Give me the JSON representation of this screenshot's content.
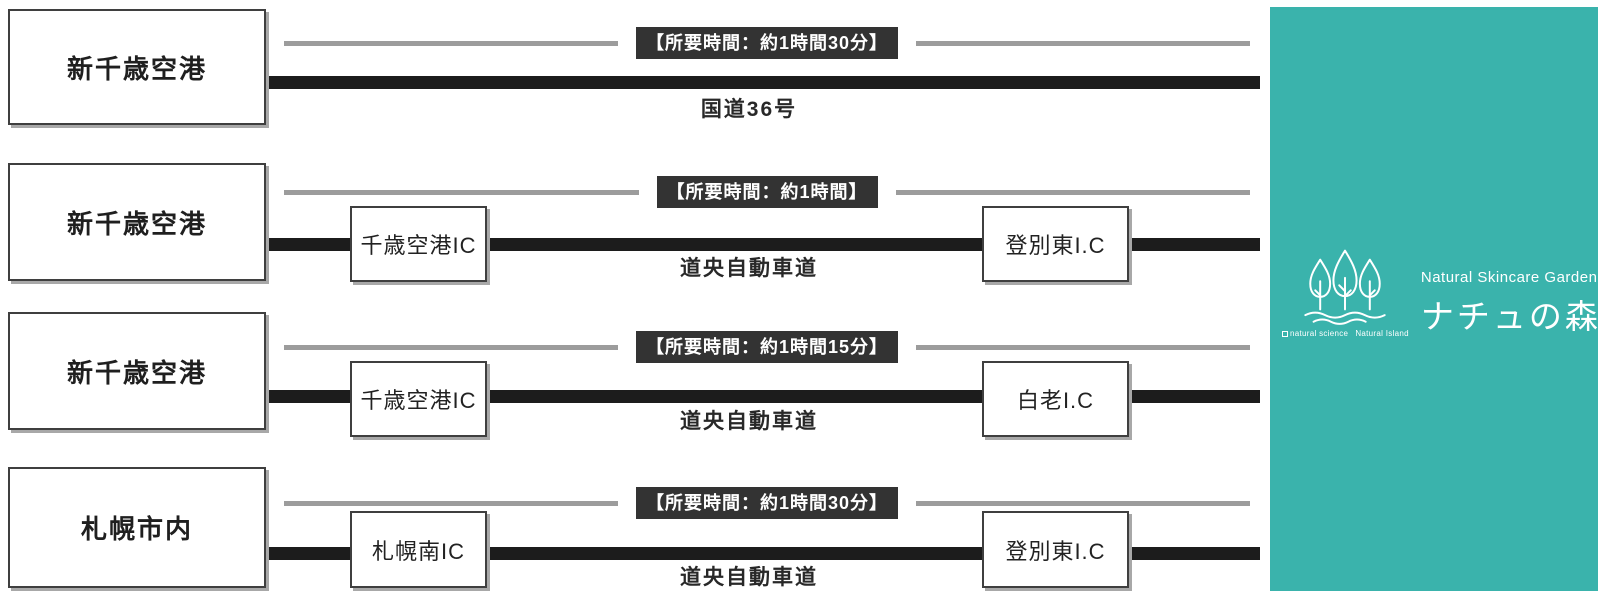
{
  "routes": [
    {
      "origin": "新千歳空港",
      "duration": "【所要時間：約1時間30分】",
      "road": "国道36号",
      "via": []
    },
    {
      "origin": "新千歳空港",
      "duration": "【所要時間：約1時間】",
      "road": "道央自動車道",
      "via": [
        "千歳空港IC",
        "登別東I.C"
      ]
    },
    {
      "origin": "新千歳空港",
      "duration": "【所要時間：約1時間15分】",
      "road": "道央自動車道",
      "via": [
        "千歳空港IC",
        "白老I.C"
      ]
    },
    {
      "origin": "札幌市内",
      "duration": "【所要時間：約1時間30分】",
      "road": "道央自動車道",
      "via": [
        "札幌南IC",
        "登別東I.C"
      ]
    }
  ],
  "destination_panel": {
    "bg_color": "#3ab3ac",
    "logo": {
      "tagline": "Natural Skincare Garden",
      "name": "ナチュの森",
      "sub_brands": [
        "natural science",
        "Natural Island"
      ]
    }
  },
  "colors": {
    "thick_line": "#1c1c1c",
    "gray_line": "#9c9c9c",
    "duration_chip_bg": "#333333",
    "duration_chip_text": "#ffffff",
    "box_border": "#3f3f3f",
    "box_shadow": "#a8a8a8"
  }
}
